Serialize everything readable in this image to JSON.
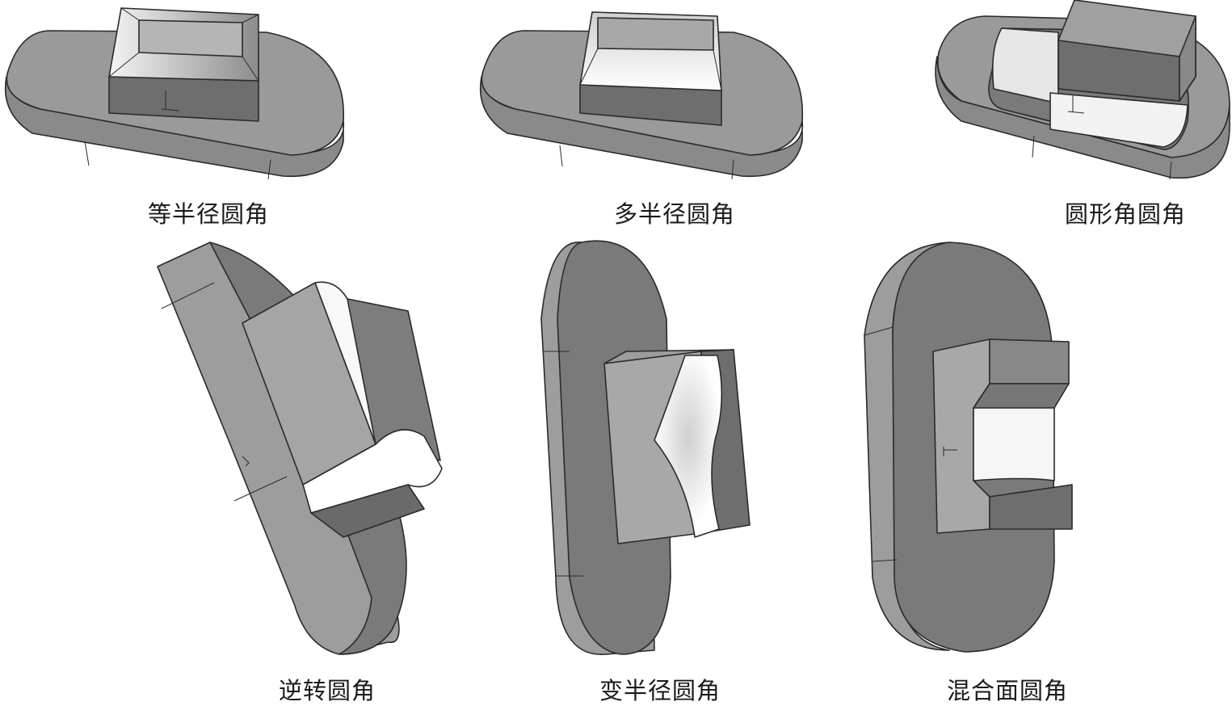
{
  "figure": {
    "captions": [
      "等半径圆角",
      "多半径圆角",
      "圆形角圆角",
      "逆转圆角",
      "变半径圆角",
      "混合面圆角"
    ]
  }
}
